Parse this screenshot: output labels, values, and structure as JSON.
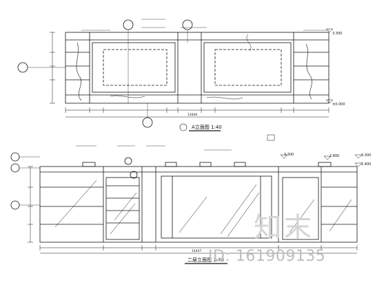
{
  "drawing": {
    "elevation_upper": {
      "title": "A立面图 1:40",
      "levels": [
        "3.300",
        "±0.000"
      ],
      "total_dimension": "12840"
    },
    "elevation_lower": {
      "title": "二层立面图 1:40",
      "levels": [
        "3.300",
        "2.800",
        "3.300",
        "2.400"
      ],
      "total_dimension": "14447"
    }
  },
  "watermark": {
    "brand": "知末",
    "id_label": "ID: 161909135"
  }
}
